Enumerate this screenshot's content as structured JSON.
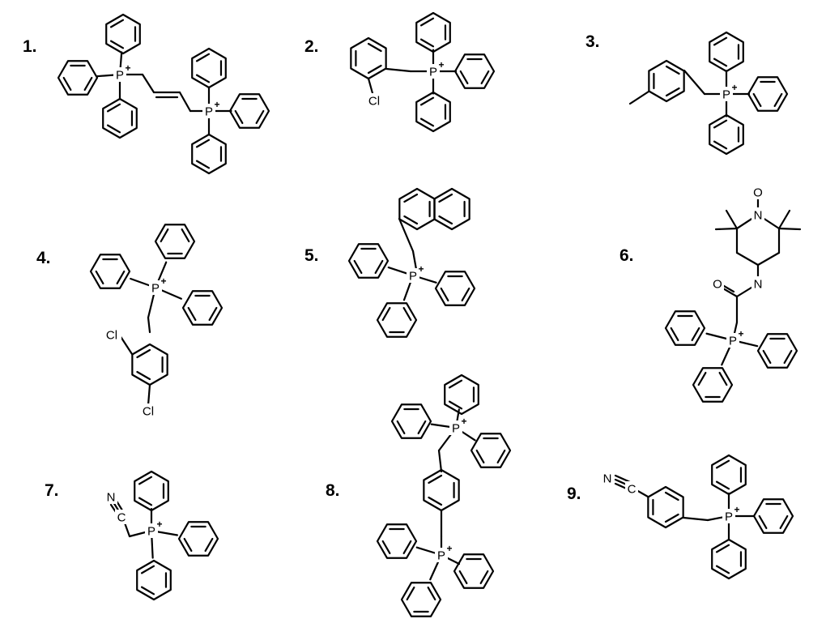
{
  "title": "Phosphonium salt structures",
  "structures": [
    {
      "number": "1.",
      "atoms": [
        "P",
        "+",
        "P",
        "+"
      ]
    },
    {
      "number": "2.",
      "atoms": [
        "P",
        "+",
        "Cl"
      ]
    },
    {
      "number": "3.",
      "atoms": [
        "P",
        "+"
      ]
    },
    {
      "number": "4.",
      "atoms": [
        "P",
        "+",
        "Cl",
        "Cl"
      ]
    },
    {
      "number": "5.",
      "atoms": [
        "P",
        "+"
      ]
    },
    {
      "number": "6.",
      "atoms": [
        "O",
        "N",
        "O",
        "N",
        "P",
        "+"
      ]
    },
    {
      "number": "7.",
      "atoms": [
        "N",
        "C",
        "P",
        "+"
      ]
    },
    {
      "number": "8.",
      "atoms": [
        "P",
        "+",
        "P",
        "+"
      ]
    },
    {
      "number": "9.",
      "atoms": [
        "N",
        "C",
        "P",
        "+"
      ]
    }
  ]
}
